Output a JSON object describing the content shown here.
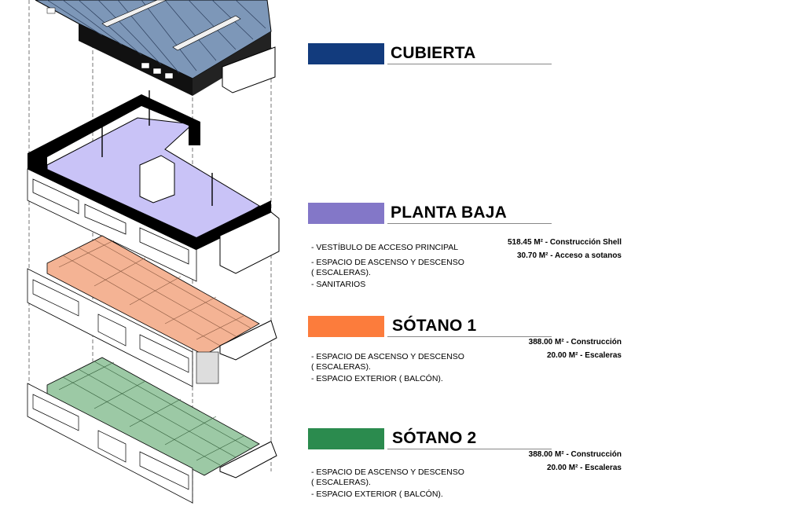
{
  "colors": {
    "cubierta": "#123b7d",
    "planta_baja": "#8377c8",
    "sotano_1": "#fc7c3c",
    "sotano_2": "#2b8b4e",
    "floor_purple": "#c9c3f7",
    "slab_peach": "#f4b394",
    "slab_green": "#9cc9a5",
    "roof_blue": "#7d97b8"
  },
  "levels": [
    {
      "key": "cubierta",
      "title": "CUBIERTA",
      "items": [],
      "areas": []
    },
    {
      "key": "planta_baja",
      "title": "PLANTA BAJA",
      "items": [
        "- VESTÍBULO DE ACCESO PRINCIPAL",
        "- ESPACIO DE ASCENSO Y DESCENSO ( ESCALERAS).",
        "- SANITARIOS"
      ],
      "areas": [
        "518.45 M² - Construcción Shell",
        "30.70 M² - Acceso a sotanos"
      ]
    },
    {
      "key": "sotano_1",
      "title": "SÓTANO 1",
      "items": [
        "- ESPACIO DE ASCENSO Y DESCENSO ( ESCALERAS).",
        "- ESPACIO EXTERIOR ( BALCÓN)."
      ],
      "areas": [
        "388.00 M² - Construcción",
        "20.00 M² - Escaleras"
      ]
    },
    {
      "key": "sotano_2",
      "title": "SÓTANO 2",
      "items": [
        "- ESPACIO DE ASCENSO Y DESCENSO ( ESCALERAS).",
        "- ESPACIO EXTERIOR ( BALCÓN)."
      ],
      "areas": [
        "388.00 M² - Construcción",
        "20.00 M² - Escaleras"
      ]
    }
  ]
}
